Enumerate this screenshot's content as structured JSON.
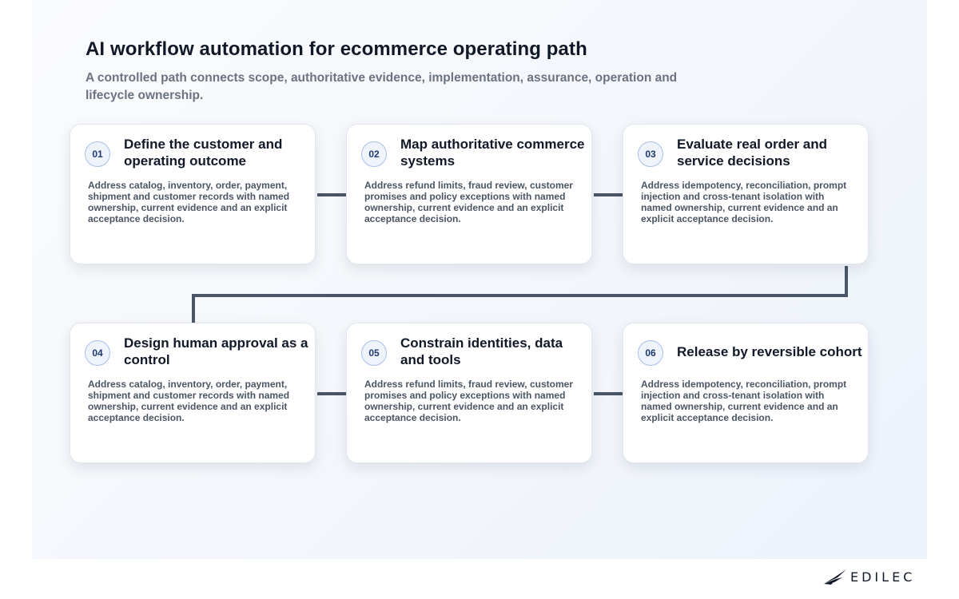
{
  "header": {
    "title": "AI workflow automation for ecommerce operating path",
    "subtitle": "A controlled path connects scope, authoritative evidence, implementation, assurance, operation and lifecycle ownership."
  },
  "steps": [
    {
      "number": "01",
      "title": "Define the customer and operating outcome",
      "body": "Address catalog, inventory, order, payment, shipment and customer records with named ownership, current evidence and an explicit acceptance decision."
    },
    {
      "number": "02",
      "title": "Map authoritative commerce systems",
      "body": "Address refund limits, fraud review, customer promises and policy exceptions with named ownership, current evidence and an explicit acceptance decision."
    },
    {
      "number": "03",
      "title": "Evaluate real order and service decisions",
      "body": "Address idempotency, reconciliation, prompt injection and cross-tenant isolation with named ownership, current evidence and an explicit acceptance decision."
    },
    {
      "number": "04",
      "title": "Design human approval as a control",
      "body": "Address catalog, inventory, order, payment, shipment and customer records with named ownership, current evidence and an explicit acceptance decision."
    },
    {
      "number": "05",
      "title": "Constrain identities, data and tools",
      "body": "Address refund limits, fraud review, customer promises and policy exceptions with named ownership, current evidence and an explicit acceptance decision."
    },
    {
      "number": "06",
      "title": "Release by reversible cohort",
      "body": "Address idempotency, reconciliation, prompt injection and cross-tenant isolation with named ownership, current evidence and an explicit acceptance decision."
    }
  ],
  "brand": {
    "name": "EDILEC",
    "icon": "edilec-logo-icon",
    "accent_color": "#1e3a6e",
    "connector_color": "#4a5568"
  }
}
